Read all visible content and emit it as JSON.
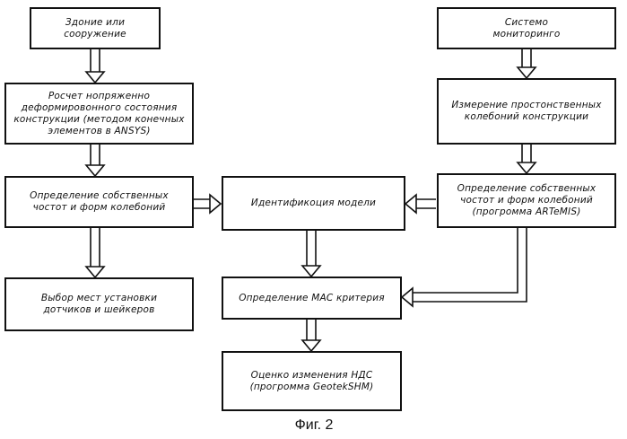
{
  "boxes": {
    "building": "Здоние или\nсооружение",
    "stress_calc": "Росчет нопряженно\nдеформировонного состояния\nконструкции (методом конечных\nэлементов в ANSYS)",
    "freq_modes_left": "Определение собственных\nчостот и форм колебоний",
    "sensor_placement": "Выбор мест установки\nдотчиков и шейкеров",
    "monitoring_system": "Системо\nмониторинго",
    "spatial_measurement": "Измерение простонственных\nколебоний конструкции",
    "freq_modes_right": "Определение собственных\nчостот и форм колебоний\n(прогромма ARTeMIS)",
    "model_identification": "Идентификоция модели",
    "mac_criterion": "Определение MAC критерия",
    "stress_change_eval": "Оценко изменения НДС\n(прогромма GeotekSHM)"
  },
  "caption": "Фиг. 2",
  "colors": {
    "stroke": "#111111",
    "background": "#ffffff"
  }
}
